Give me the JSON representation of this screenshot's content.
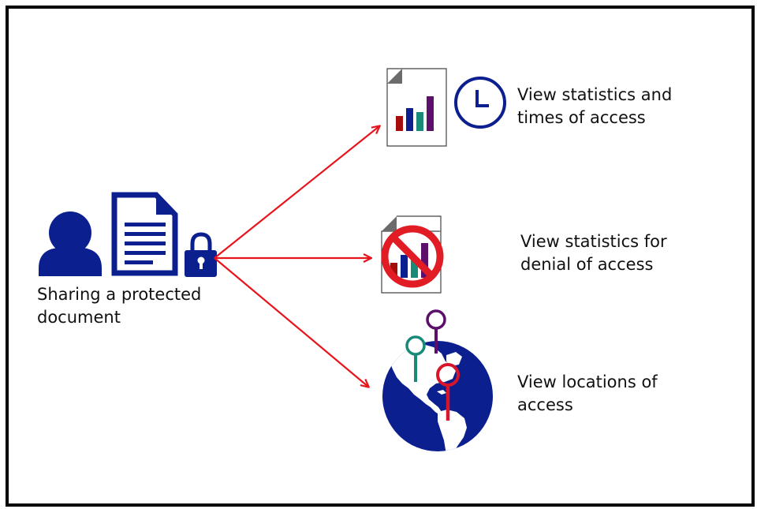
{
  "labels": {
    "sharing": "Sharing a protected document",
    "times": "View statistics and times of access",
    "denial": "View statistics for denial of access",
    "locations": "View locations of access"
  },
  "colors": {
    "navy": "#0b1f8f",
    "arrow": "#e8141c",
    "bar_red": "#a50d0d",
    "bar_blue": "#0b1f8f",
    "bar_teal": "#1a8a78",
    "bar_purple": "#5c0f6b",
    "pin_teal": "#1a8a78",
    "pin_purple": "#5c0f6b",
    "pin_red": "#d9152b",
    "no_sign": "#e11c24"
  },
  "icons": [
    "user-icon",
    "document-icon",
    "lock-icon",
    "bar-chart-document-icon",
    "clock-icon",
    "no-entry-icon",
    "globe-icon",
    "location-pin-icon"
  ]
}
